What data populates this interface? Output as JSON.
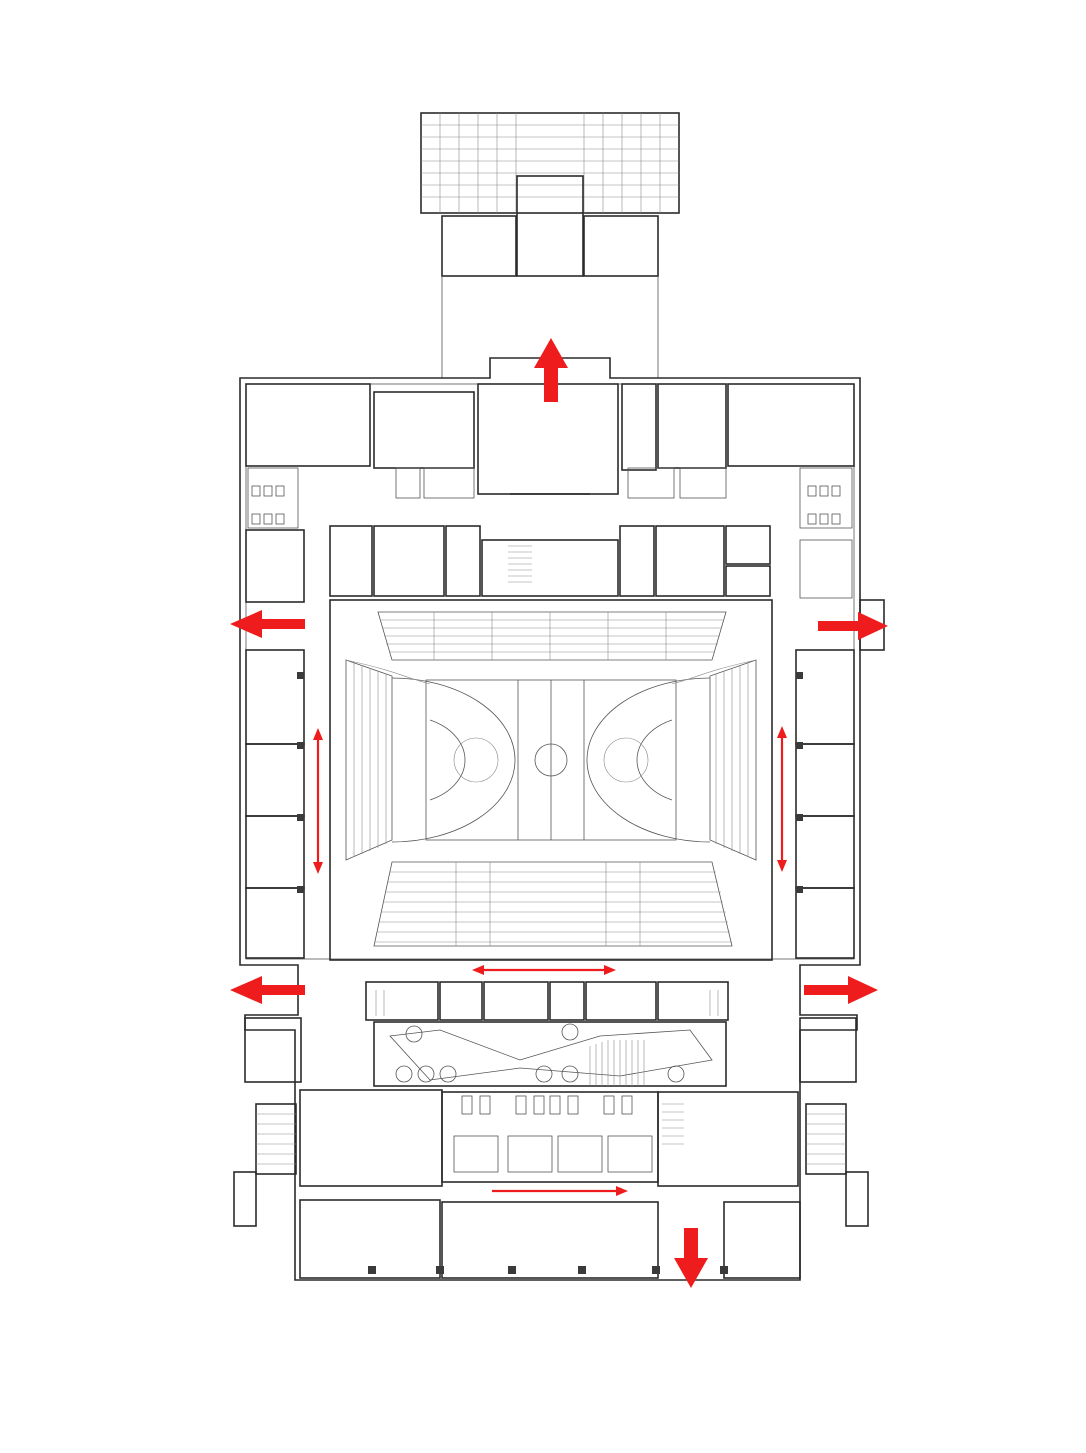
{
  "plan": {
    "colors": {
      "background": "#ffffff",
      "linework": "#2b2b2b",
      "arrow": "#ee1c1c"
    },
    "arrow_icons": {
      "exit": "thick-exit-arrow-icon",
      "circulation": "double-headed-circulation-arrow-icon"
    },
    "exits": [
      {
        "name": "north",
        "direction": "up"
      },
      {
        "name": "west-upper",
        "direction": "left"
      },
      {
        "name": "east-upper",
        "direction": "right"
      },
      {
        "name": "west-lower",
        "direction": "left"
      },
      {
        "name": "east-lower",
        "direction": "right"
      },
      {
        "name": "south",
        "direction": "down"
      }
    ],
    "circulation": [
      {
        "name": "west-corridor",
        "orientation": "vertical"
      },
      {
        "name": "east-corridor",
        "orientation": "vertical"
      },
      {
        "name": "south-concourse",
        "orientation": "horizontal"
      },
      {
        "name": "lobby",
        "orientation": "horizontal",
        "heads": "end"
      }
    ],
    "court": {
      "type": "basketball-court"
    }
  }
}
